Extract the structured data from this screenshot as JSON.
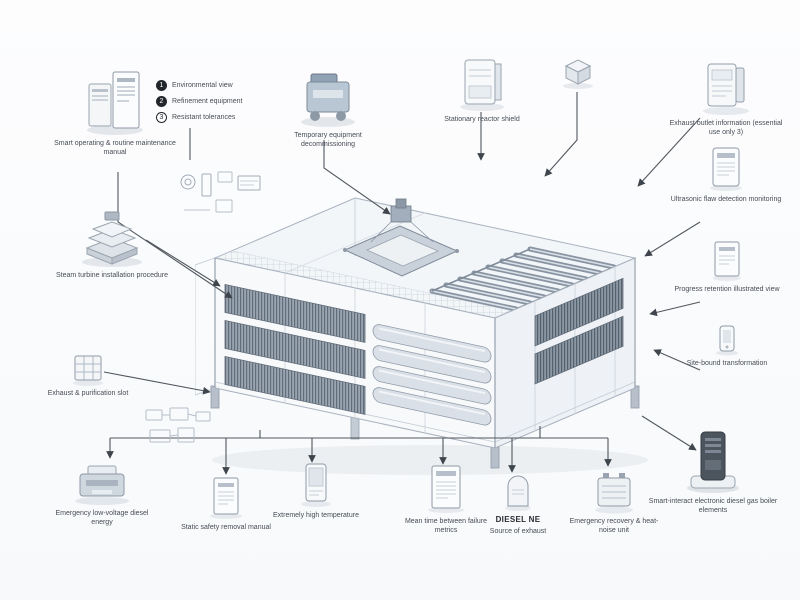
{
  "colors": {
    "paper": "#fcfdfe",
    "line": "#51575e",
    "steel": "#8fa3b8",
    "ink": "#474d55"
  },
  "legend": {
    "items": [
      {
        "num": "1",
        "label": "Environmental view"
      },
      {
        "num": "2",
        "label": "Refinement equipment"
      },
      {
        "num": "3",
        "label": "Resistant tolerances"
      }
    ]
  },
  "callouts": {
    "manual": {
      "label": "Smart operating & routine maintenance manual"
    },
    "decommission": {
      "label": "Temporary equipment decommissioning"
    },
    "reactor": {
      "label": "Stationary reactor shield"
    },
    "exhaust_info": {
      "label": "Exhaust outlet information (essential use only 3)"
    },
    "ultrasonic": {
      "label": "Ultrasonic flaw detection monitoring"
    },
    "progress": {
      "label": "Progress retention illustrated view"
    },
    "site": {
      "label": "Site-bound transformation"
    },
    "tower": {
      "label": "Smart-interact electronic diesel gas boiler elements"
    },
    "steam": {
      "label": "Steam turbine installation procedure"
    },
    "slot": {
      "label": "Exhaust & purification slot"
    },
    "diesel_energy": {
      "label": "Emergency low-voltage diesel energy"
    },
    "removal": {
      "label": "Static safety removal manual"
    },
    "high_temp": {
      "label": "Extremely high temperature"
    },
    "mtbf": {
      "label": "Mean time between failure metrics"
    },
    "diesel": {
      "title": "DIESEL NE",
      "sub": "Source of exhaust"
    },
    "recovery": {
      "label": "Emergency recovery & heat-noise unit"
    }
  }
}
